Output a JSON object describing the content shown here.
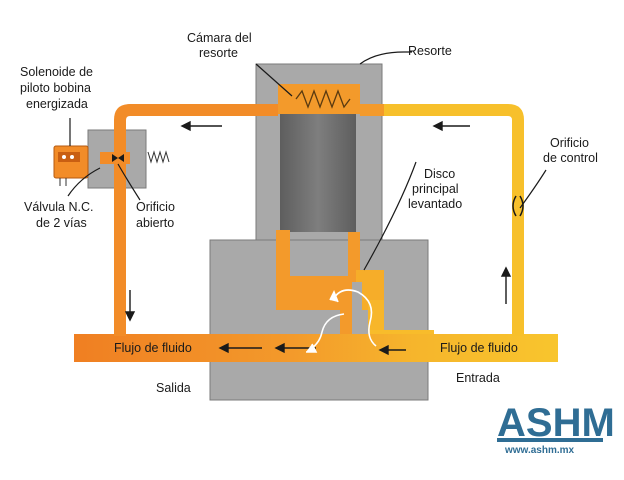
{
  "labels": {
    "camara_line1": "Cámara del",
    "camara_line2": "resorte",
    "resorte": "Resorte",
    "solenoide_line1": "Solenoide de",
    "solenoide_line2": "piloto bobina",
    "solenoide_line3": "energizada",
    "orificio_control_line1": "Orificio",
    "orificio_control_line2": "de control",
    "disco_line1": "Disco",
    "disco_line2": "principal",
    "disco_line3": "levantado",
    "valvula_line1": "Válvula N.C.",
    "valvula_line2": "de 2 vías",
    "orificio_abierto_line1": "Orificio",
    "orificio_abierto_line2": "abierto",
    "flujo_left": "Flujo de fluido",
    "flujo_right": "Flujo de fluido",
    "salida": "Salida",
    "entrada": "Entrada"
  },
  "logo": {
    "name": "ASHM",
    "url": "www.ashm.mx"
  },
  "colors": {
    "body_gray": "#a9a9a9",
    "plunger_gray": "#6d6d6d",
    "orange": "#f28c28",
    "light_orange": "#f6a623",
    "yellow": "#f7c02b",
    "logo_blue": "#2f6d94"
  }
}
